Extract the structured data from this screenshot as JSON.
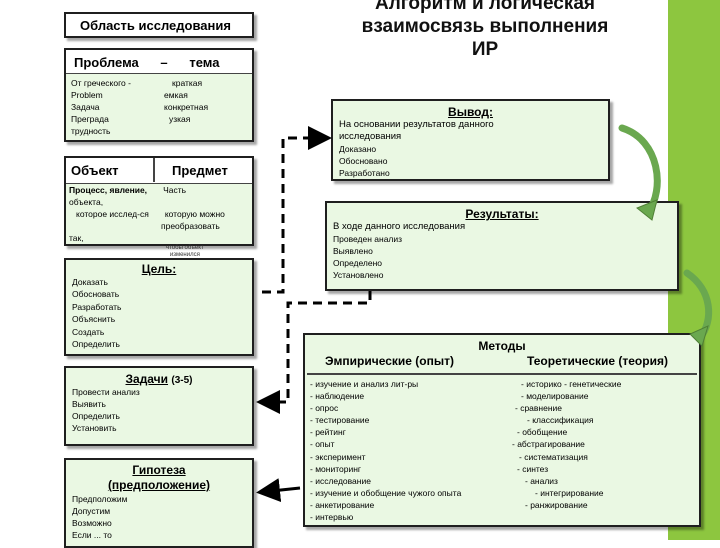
{
  "title": [
    "Алгоритм и логическая",
    "взаимосвязь выполнения",
    "ИР"
  ],
  "area": {
    "label": "Область исследования"
  },
  "problem": {
    "header": "Проблема      –      тема",
    "left": [
      "От греческого -",
      "Problem",
      "Задача",
      "Преграда",
      "трудность"
    ],
    "right": [
      "краткая",
      "емкая",
      "конкретная",
      "узкая"
    ]
  },
  "object_subject": {
    "object_label": "Объект",
    "subject_label": "Предмет",
    "line1_left": "Процесс, явление,",
    "line1_right": "Часть",
    "line2": "объекта,",
    "line3_left": "которое исслед-ся",
    "line3_right": "которую можно",
    "line4": "преобразовать",
    "line5": "так,",
    "overflow": [
      "чтобы объект",
      "изменился"
    ]
  },
  "goal": {
    "title": "Цель:",
    "items": [
      "Доказать",
      "Обосновать",
      "Разработать",
      "Объяснить",
      "Создать",
      "Определить"
    ]
  },
  "tasks": {
    "title": "Задачи",
    "count": "(3-5)",
    "items": [
      "Провести анализ",
      "Выявить",
      "Определить",
      "Установить"
    ]
  },
  "hypothesis": {
    "title": [
      "Гипотеза",
      "(предположение)"
    ],
    "items": [
      "Предположим",
      "Допустим",
      "Возможно",
      "Если ... то"
    ]
  },
  "conclusion": {
    "title": "Вывод:",
    "lines": [
      "На основании результатов данного",
      "исследования"
    ],
    "items": [
      "Доказано",
      "Обосновано",
      "Разработано"
    ]
  },
  "results": {
    "title": "Результаты:",
    "lines": [
      "В ходе данного исследования"
    ],
    "items": [
      "Проведен анализ",
      "Выявлено",
      "Определено",
      "Установлено"
    ]
  },
  "methods": {
    "title": "Методы",
    "empirical_label": "Эмпирические  (опыт)",
    "theoretical_label": "Теоретические  (теория)",
    "empirical": [
      "- изучение и анализ лит-ры",
      "- наблюдение",
      "- опрос",
      "- тестирование",
      "- рейтинг",
      "- опыт",
      "- эксперимент",
      "- мониторинг",
      "- исследование",
      "- изучение и обобщение чужого опыта",
      "- анкетирование",
      "- интервью"
    ],
    "theoretical": [
      "- историко - генетические",
      "- моделирование",
      "- сравнение",
      "- классификация",
      "- обобщение",
      "- абстрагирование",
      "- систематизация",
      "- синтез",
      "- анализ",
      "- интегрирование",
      "- ранжирование"
    ]
  },
  "colors": {
    "box_fill": "#eaf8e3",
    "accent_stripe": "#8dc63f",
    "border": "#1f1f1f"
  }
}
